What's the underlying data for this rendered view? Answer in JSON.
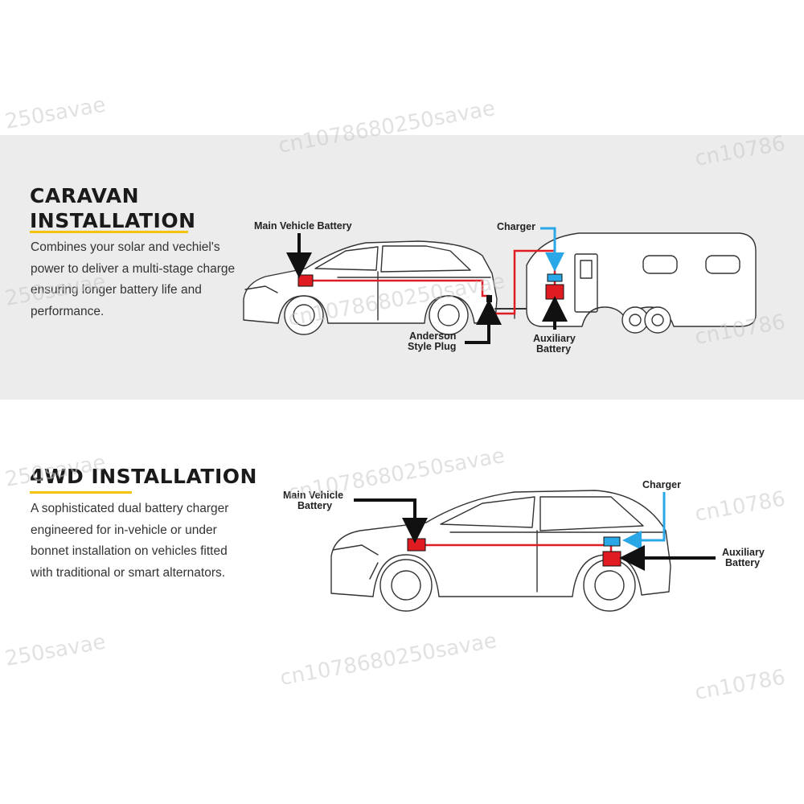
{
  "caravan": {
    "title_line1": "CARAVAN",
    "title_line2": "INSTALLATION",
    "description": "Combines your solar and vechiel's power to deliver a  multi-stage charge ensuring longer battery life and performance.",
    "labels": {
      "main_battery": "Main Vehicle Battery",
      "charger": "Charger",
      "anderson_line1": "Anderson",
      "anderson_line2": "Style Plug",
      "aux_line1": "Auxiliary",
      "aux_line2": "Battery"
    }
  },
  "fourwd": {
    "title": "4WD INSTALLATION",
    "description": "A sophisticated dual battery charger engineered for in-vehicle or under bonnet installation on vehicles fitted with traditional or smart alternators.",
    "labels": {
      "main_line1": "Main Vehicle",
      "main_line2": "Battery",
      "charger": "Charger",
      "aux_line1": "Auxiliary",
      "aux_line2": "Battery"
    }
  },
  "watermark": {
    "text_a": "cn1078680250savae",
    "text_b": "250savae",
    "text_c": "cn10786"
  },
  "colors": {
    "accent_yellow": "#f2c40f",
    "battery_red": "#e01b22",
    "charger_blue": "#2aa7e6",
    "band_gray": "#ececec"
  }
}
